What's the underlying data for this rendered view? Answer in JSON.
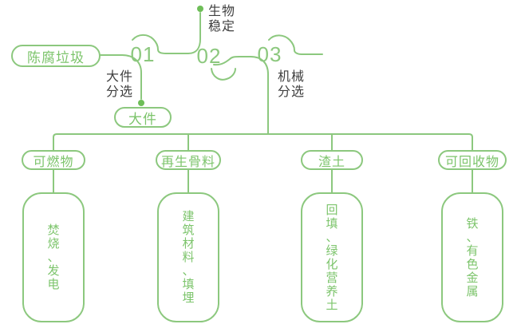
{
  "diagram": {
    "source": {
      "label": "陈腐垃圾"
    },
    "stages": [
      {
        "number": "01",
        "process": "大件分选",
        "output": "大件"
      },
      {
        "number": "02",
        "process": "生物稳定"
      },
      {
        "number": "03",
        "process": "机械分选"
      }
    ],
    "branches": [
      {
        "category": "可燃物",
        "result": "焚烧、发电"
      },
      {
        "category": "再生骨料",
        "result": "建筑材料、填埋"
      },
      {
        "category": "渣土",
        "result": "回填、绿化营养土"
      },
      {
        "category": "可回收物",
        "result": "铁、有色金属"
      }
    ],
    "colors": {
      "line_green": "#8cc87e",
      "text_green": "#7cc46b",
      "dot_green": "#6ebe58",
      "dark_text": "#3e3e3e",
      "background": "#ffffff"
    }
  }
}
